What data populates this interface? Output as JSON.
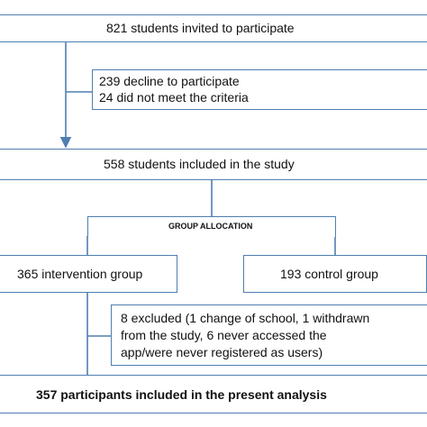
{
  "flow": {
    "invited": "821 students invited to participate",
    "excluded_initial": [
      "239 decline to participate",
      "24 did not meet the criteria"
    ],
    "included": "558 students included in the study",
    "allocation": "GROUP ALLOCATION",
    "intervention": "365 intervention group",
    "control": "193 control group",
    "excluded_followup": [
      "8 excluded (1 change of school, 1 withdrawn",
      "from the study, 6 never accessed the",
      "app/were never registered as users)"
    ],
    "final": "357 participants included in the present analysis"
  },
  "colors": {
    "border": "#4f7fb1",
    "text": "#111111"
  }
}
